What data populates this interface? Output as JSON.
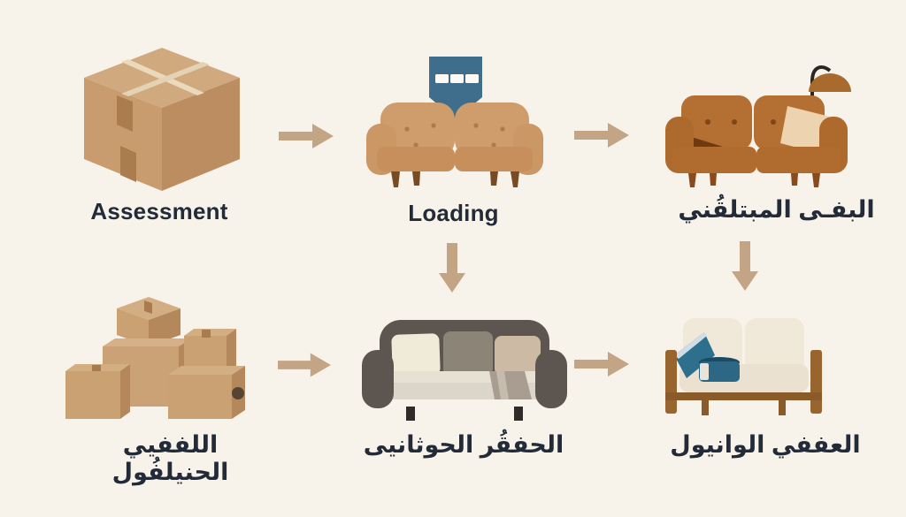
{
  "palette": {
    "background": "#f8f3ea",
    "arrow": "#c3a585",
    "label_text": "#232b39",
    "accent_teal": "#3e6e8c",
    "cardboard_light": "#d0a97e",
    "cardboard_mid": "#c89c6f",
    "cardboard_dark": "#bb8d60",
    "sofa_tan": "#cf9c6c",
    "sofa_brown": "#b16d30",
    "sofa_gray_frame": "#5d5650",
    "cushion_cream": "#efe7d7",
    "wood_brown": "#99652e"
  },
  "flow": {
    "steps": [
      {
        "label": "Assessment",
        "illustration": "cardboard-box",
        "text_dir": "ltr"
      },
      {
        "label": "Loading",
        "illustration": "sofa-with-loading-bubble",
        "text_dir": "ltr"
      },
      {
        "label": "البفـى المبتلقُني",
        "illustration": "sofa-with-lamp",
        "text_dir": "rtl"
      },
      {
        "label": "اللففيي الحنيلفُول",
        "illustration": "box-stack",
        "text_dir": "rtl"
      },
      {
        "label": "الحفقُر الحوثانيى",
        "illustration": "gray-sofa",
        "text_dir": "rtl"
      },
      {
        "label": "العففي الوانيول",
        "illustration": "wood-frame-sofa",
        "text_dir": "rtl"
      }
    ],
    "connectors": [
      {
        "from": 0,
        "to": 1,
        "direction": "right"
      },
      {
        "from": 1,
        "to": 2,
        "direction": "right"
      },
      {
        "from": 1,
        "to": 4,
        "direction": "down"
      },
      {
        "from": 2,
        "to": 5,
        "direction": "down"
      },
      {
        "from": 3,
        "to": 4,
        "direction": "right"
      },
      {
        "from": 4,
        "to": 5,
        "direction": "right"
      }
    ]
  }
}
